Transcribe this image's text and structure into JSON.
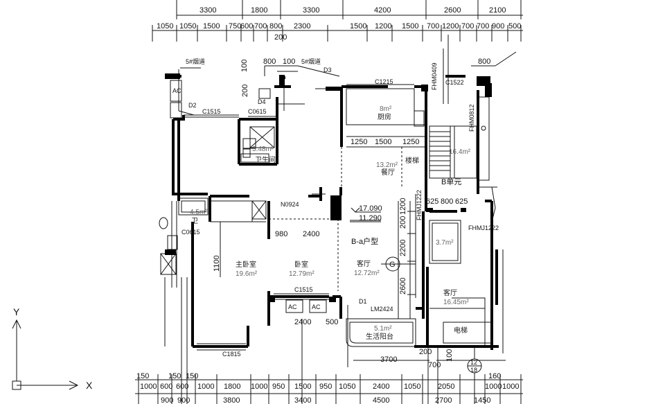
{
  "top_dims_row1": [
    "3300",
    "1800",
    "3300",
    "4200",
    "2600",
    "2100"
  ],
  "top_dims_row2": [
    "1050",
    "1050",
    "1500",
    "750",
    "600",
    "700",
    "800",
    "2300",
    "1500",
    "1200",
    "1500",
    "700",
    "1200",
    "700",
    "700",
    "900",
    "500"
  ],
  "top_dim_extra": "200",
  "bottom_dims_row1": [
    "150",
    "150",
    "150",
    "160"
  ],
  "bottom_dims_row2": [
    "1000",
    "600",
    "600",
    "1000",
    "1800",
    "1000",
    "950",
    "1500",
    "950",
    "1050",
    "2400",
    "1050",
    "2050",
    "1000",
    "1000"
  ],
  "bottom_dims_row3": [
    "900",
    "900",
    "3800",
    "3400",
    "4500",
    "2700",
    "1450"
  ],
  "labels": {
    "vent1": "5#烟道",
    "vent2": "5#烟道",
    "d3": "D3",
    "d2": "D2",
    "d4": "D4",
    "d1": "D1",
    "c1215": "C1215",
    "c1515_top": "C1515",
    "c0615": "C0615",
    "c1522": "C1522",
    "c1515_bot": "C1515",
    "c1815": "C1815",
    "c0615_l": "C0615",
    "n0924": "N0924",
    "lm2424": "LM2424",
    "fhm0409": "FHM0409",
    "fhm0812": "FHM0812",
    "fhmj1222": "FHMJ1222",
    "fhmj1222b": "FHMJ1222",
    "unit_b": "B单元",
    "type": "B-a户型",
    "elev_top": "17.090",
    "elev_bot": "11.290",
    "grid_g": "G",
    "grid_12": "12",
    "grid_18": "18",
    "ax_y": "Y",
    "ax_x": "X",
    "ac1": "AC",
    "ac2": "AC",
    "ac3": "AC"
  },
  "rooms": [
    {
      "name": "厨房",
      "area": "8m²"
    },
    {
      "name": "卫生间",
      "area": "3.48m²"
    },
    {
      "name": "餐厅",
      "area": "13.2m²"
    },
    {
      "name": "卫",
      "area": "4.5m²"
    },
    {
      "name": "主卧室",
      "area": "19.6m²"
    },
    {
      "name": "卧室",
      "area": "12.79m²"
    },
    {
      "name": "客厅",
      "area": "12.72m²"
    },
    {
      "name": "客厅",
      "area": "16.45m²"
    },
    {
      "name": "生活阳台",
      "area": "5.1m²"
    },
    {
      "name": "电梯",
      "area": "3.7m²"
    },
    {
      "name": "楼梯",
      "area": "16.4m²"
    }
  ],
  "misc_dims": {
    "d100": "100",
    "d200": "200",
    "d800a": "800",
    "d100b": "100",
    "d800b": "800",
    "d1250a": "1250",
    "d1500": "1500",
    "d1250b": "1250",
    "d625a": "625",
    "d800c": "800",
    "d625b": "625",
    "d980": "980",
    "d2400a": "2400",
    "d2400b": "2400",
    "d500": "500",
    "d2200": "2200",
    "d1200": "1200",
    "d2600": "2600",
    "d200b": "200",
    "d3700": "3700",
    "d200c": "200",
    "d700": "700",
    "d100c": "100",
    "d1100": "1100"
  }
}
